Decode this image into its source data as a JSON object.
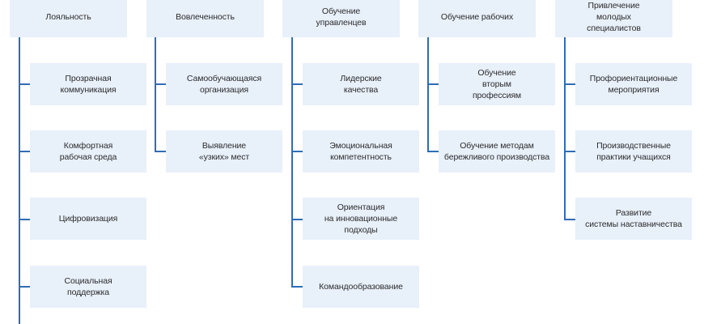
{
  "colors": {
    "box_fill": "#e8f0fa",
    "connector": "#2f6db5",
    "text": "#2c2c2c"
  },
  "columns": [
    {
      "title": "Лояльность",
      "items": [
        "Прозрачная\nкоммуникация",
        "Комфортная\nрабочая среда",
        "Цифровизация",
        "Социальная\nподдержка"
      ]
    },
    {
      "title": "Вовлеченность",
      "items": [
        "Самообучающаяся\nорганизация",
        "Выявление\n«узких» мест"
      ]
    },
    {
      "title": "Обучение\nуправленцев",
      "items": [
        "Лидерские\nкачества",
        "Эмоциональная\nкомпетентность",
        "Ориентация\nна инновационные\nподходы",
        "Командообразование"
      ]
    },
    {
      "title": "Обучение рабочих",
      "items": [
        "Обучение\nвторым\nпрофессиям",
        "Обучение методам\nбережливого производства"
      ]
    },
    {
      "title": "Привлечение\nмолодых\nспециалистов",
      "items": [
        "Профориентационные\nмероприятия",
        "Производственные\nпрактики учащихся",
        "Развитие\nсистемы наставничества"
      ]
    }
  ]
}
